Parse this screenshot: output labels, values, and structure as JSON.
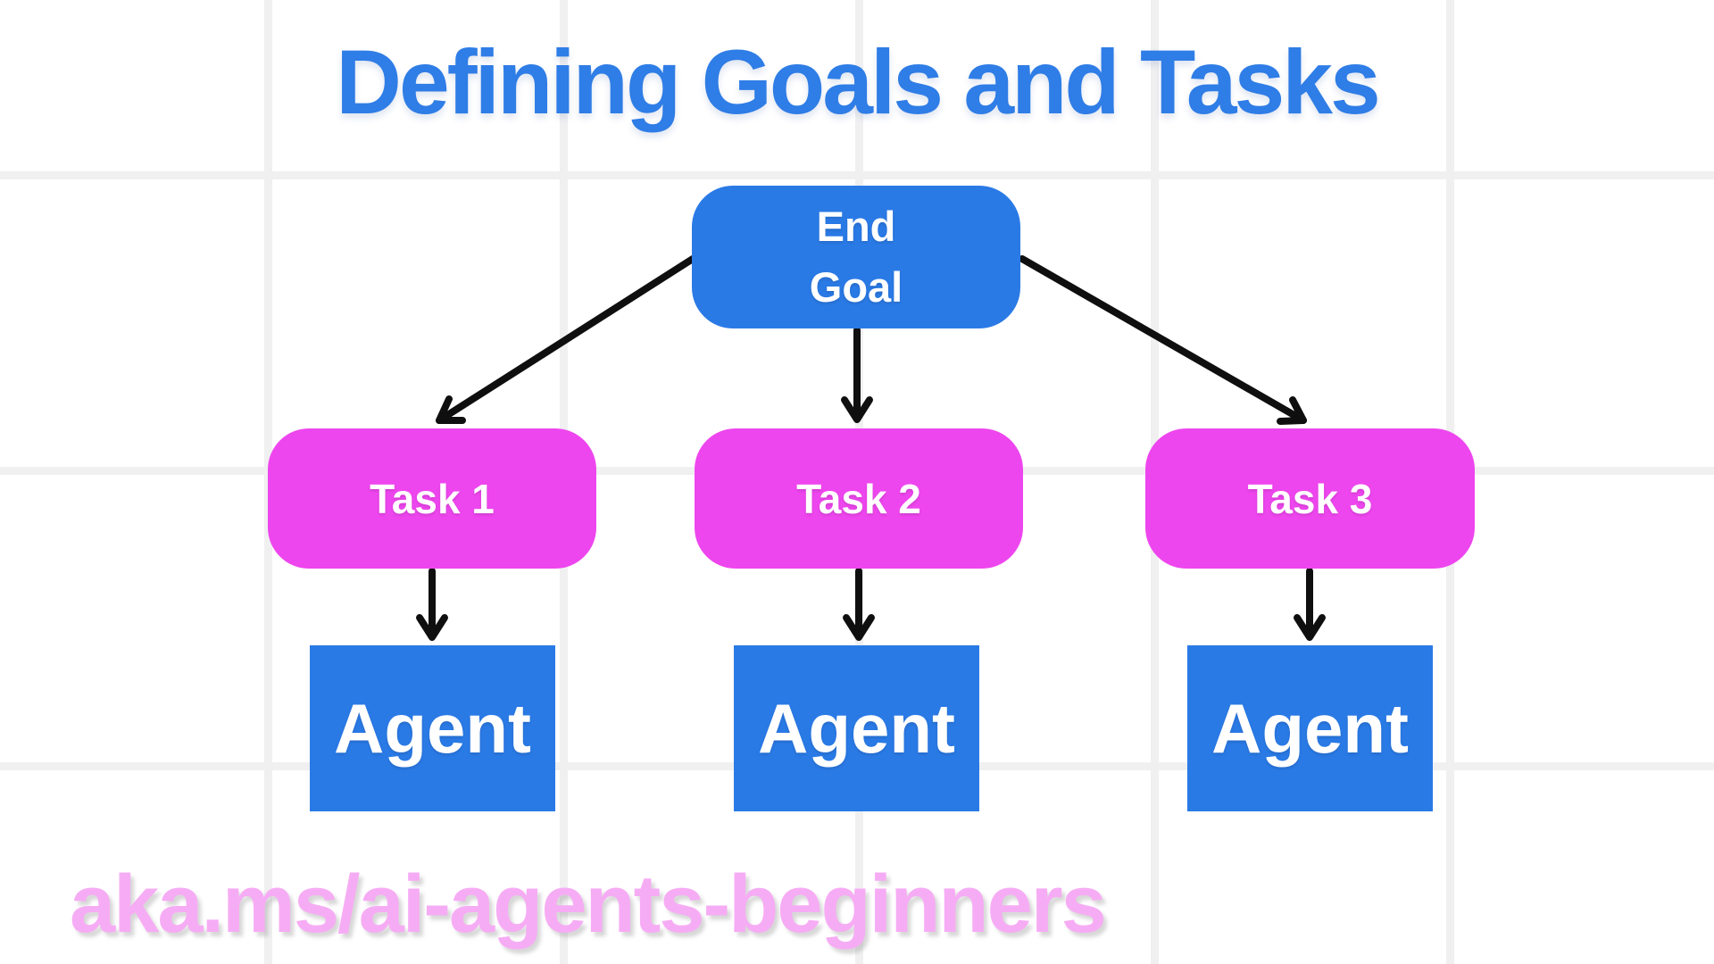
{
  "title": "Defining Goals and Tasks",
  "diagram": {
    "end_goal": {
      "line1": "End",
      "line2": "Goal"
    },
    "tasks": [
      {
        "label": "Task 1"
      },
      {
        "label": "Task 2"
      },
      {
        "label": "Task 3"
      }
    ],
    "agents": [
      {
        "label": "Agent"
      },
      {
        "label": "Agent"
      },
      {
        "label": "Agent"
      }
    ]
  },
  "footer": {
    "link": "aka.ms/ai-agents-beginners"
  },
  "colors": {
    "title-blue": "#2f7de6",
    "box-blue": "#2a7ae6",
    "box-pink": "#ee46ee",
    "box-text": "#ffffff",
    "footer-pink": "#f6acf4",
    "arrow": "#0f0f0f",
    "grid-line": "#f0f0f1",
    "background": "#ffffff"
  }
}
